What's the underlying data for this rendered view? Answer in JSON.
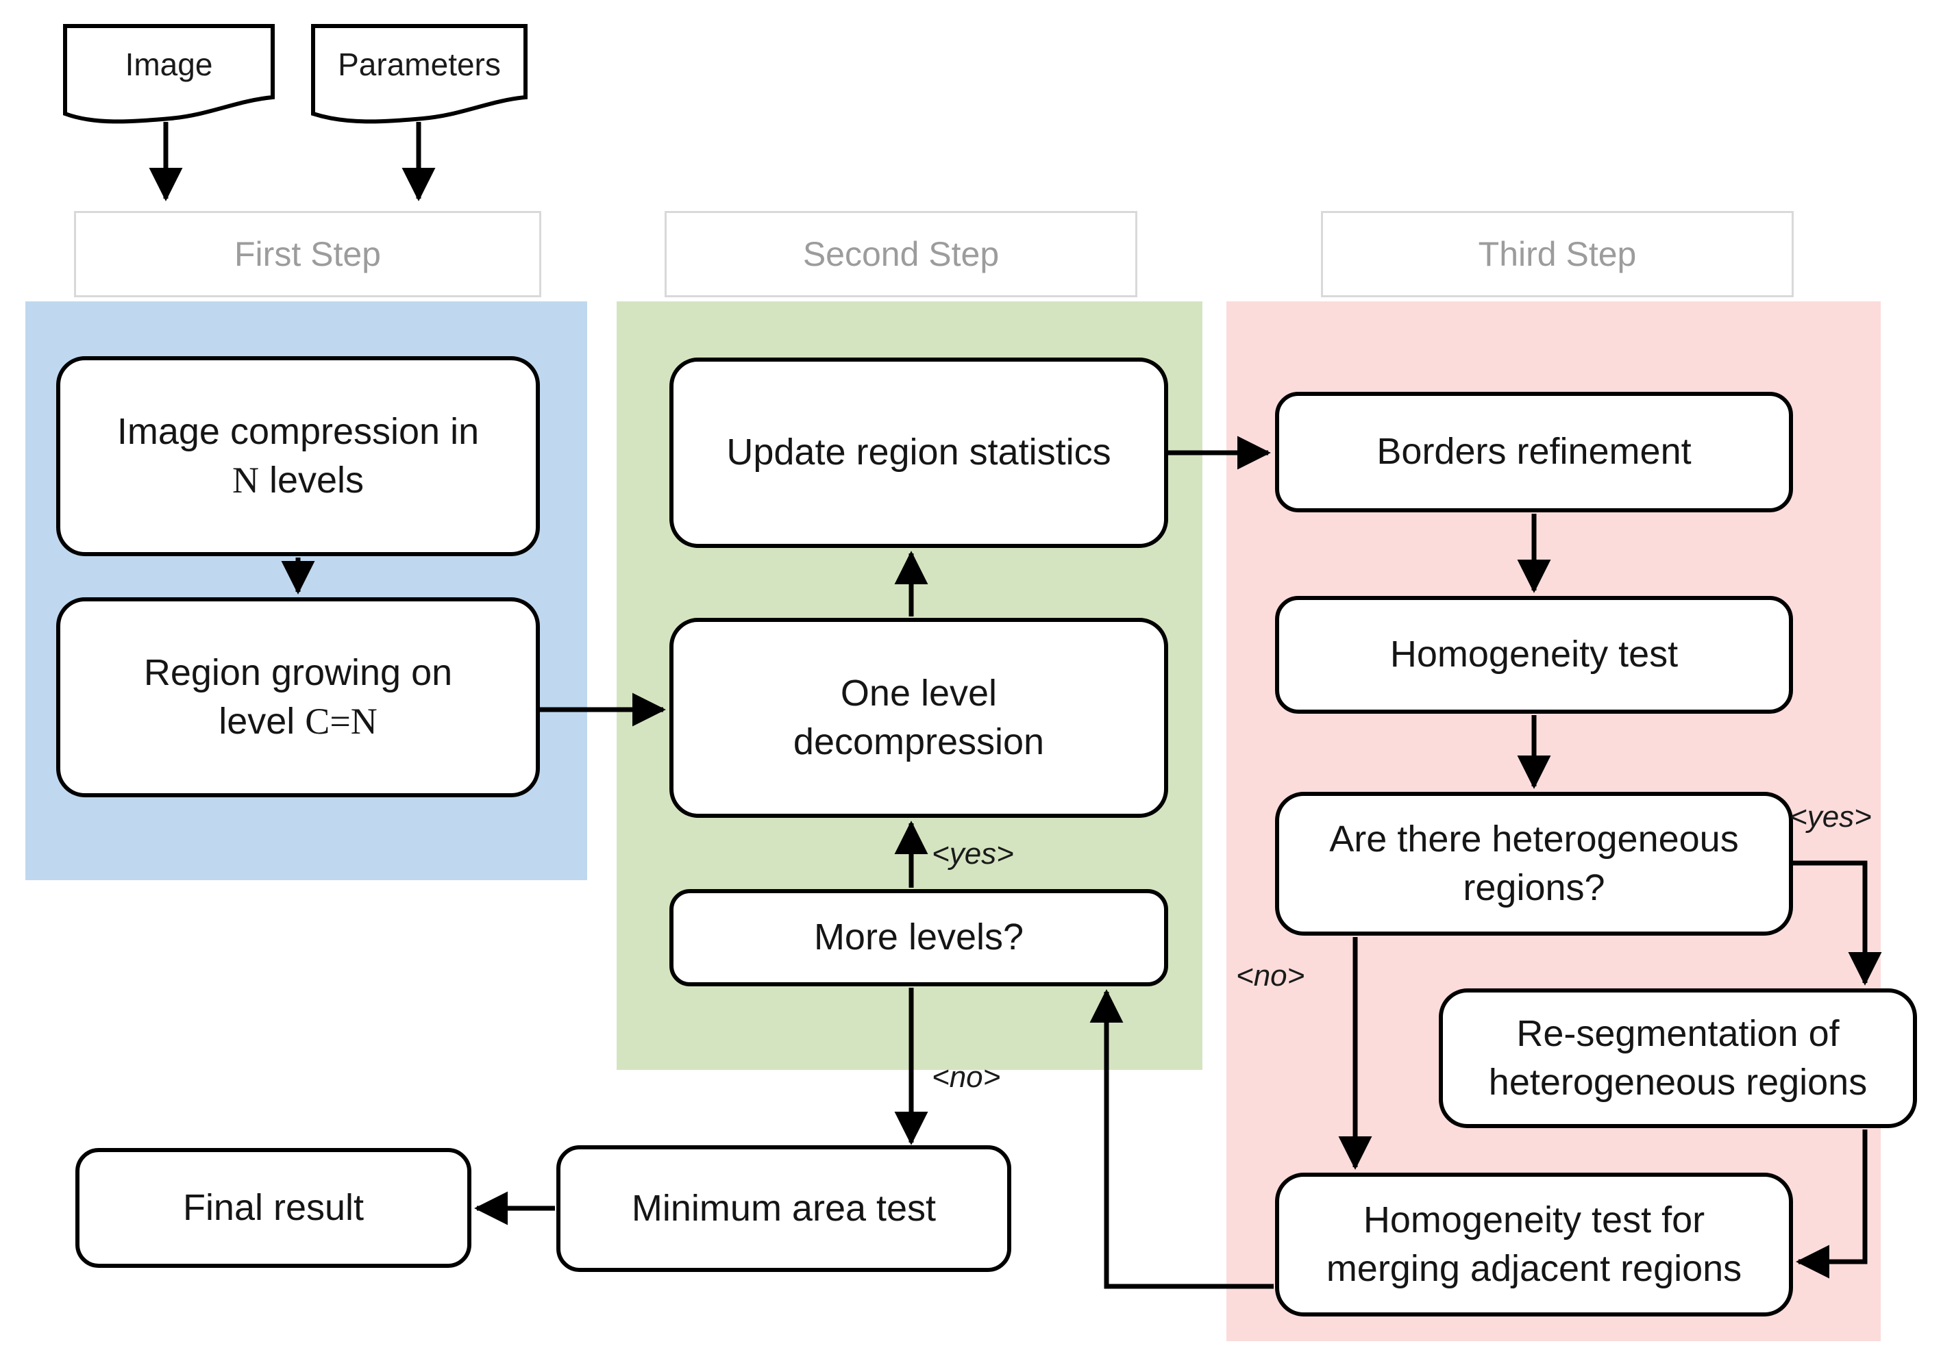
{
  "colors": {
    "panel_blue": "#bfd8ef",
    "panel_green": "#d5e4c0",
    "panel_pink": "#fbdcdb",
    "step_label_text": "#9c9c9c",
    "step_label_border": "#d9d9d9",
    "connector": "#000000",
    "node_border": "#000000",
    "node_fill": "#ffffff"
  },
  "inputs": {
    "image_doc": {
      "label": "Image"
    },
    "parameters_doc": {
      "label": "Parameters"
    }
  },
  "steps": {
    "first": {
      "label": "First Step"
    },
    "second": {
      "label": "Second Step"
    },
    "third": {
      "label": "Third Step"
    }
  },
  "nodes": {
    "image_compression": {
      "lines": [
        [
          {
            "t": "Image compression in"
          }
        ],
        [
          {
            "t": "N",
            "serif": true
          },
          {
            "t": " levels"
          }
        ]
      ]
    },
    "region_growing": {
      "lines": [
        [
          {
            "t": "Region growing on"
          }
        ],
        [
          {
            "t": "level "
          },
          {
            "t": "C=N",
            "serif": true
          }
        ]
      ]
    },
    "update_statistics": {
      "lines": [
        [
          {
            "t": "Update region statistics"
          }
        ]
      ]
    },
    "one_level_decompression": {
      "lines": [
        [
          {
            "t": "One level"
          }
        ],
        [
          {
            "t": "decompression"
          }
        ]
      ]
    },
    "more_levels": {
      "lines": [
        [
          {
            "t": "More levels?"
          }
        ]
      ]
    },
    "borders_refinement": {
      "lines": [
        [
          {
            "t": "Borders refinement"
          }
        ]
      ]
    },
    "homogeneity_test": {
      "lines": [
        [
          {
            "t": "Homogeneity test"
          }
        ]
      ]
    },
    "heterogeneous_regions": {
      "lines": [
        [
          {
            "t": "Are there heterogeneous"
          }
        ],
        [
          {
            "t": "regions?"
          }
        ]
      ]
    },
    "resegmentation": {
      "lines": [
        [
          {
            "t": "Re-segmentation of"
          }
        ],
        [
          {
            "t": "heterogeneous regions"
          }
        ]
      ]
    },
    "homogeneity_merge": {
      "lines": [
        [
          {
            "t": "Homogeneity test for"
          }
        ],
        [
          {
            "t": "merging adjacent regions"
          }
        ]
      ]
    },
    "minimum_area_test": {
      "lines": [
        [
          {
            "t": "Minimum area test"
          }
        ]
      ]
    },
    "final_result": {
      "lines": [
        [
          {
            "t": "Final result"
          }
        ]
      ]
    }
  },
  "edge_labels": {
    "yes_more_levels": "<yes>",
    "no_more_levels": "<no>",
    "yes_heterogeneous": "<yes>",
    "no_heterogeneous": "<no>"
  }
}
